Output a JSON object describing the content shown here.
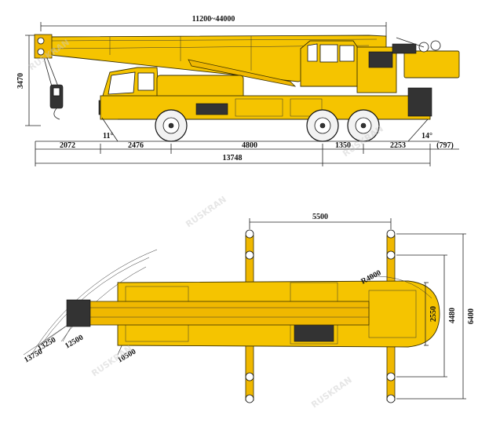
{
  "side_view": {
    "boom_length": "11200~44000",
    "height": "3470",
    "approach_angle": "11°",
    "departure_angle": "14°",
    "segments": [
      "2072",
      "2476",
      "4800",
      "1350",
      "2253",
      "(797)"
    ],
    "total_length": "13748"
  },
  "top_view": {
    "outrigger_span_length": "5500",
    "tail_radius": "R4000",
    "width_2550": "2550",
    "width_4480": "4480",
    "width_6400": "6400",
    "radii": [
      "13750",
      "13250",
      "12500",
      "10500"
    ]
  },
  "colors": {
    "crane_yellow": "#f5c400",
    "outline": "#3a3000"
  },
  "watermark": "RUSKRAN"
}
